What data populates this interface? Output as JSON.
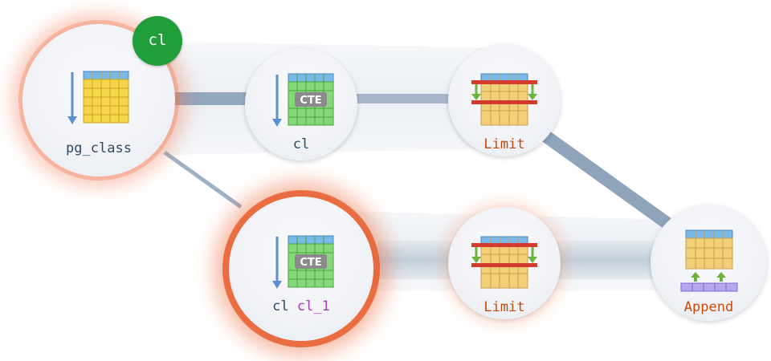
{
  "badge": {
    "label": "cl",
    "color": "#1f9e3a"
  },
  "nodes": [
    {
      "id": "pg_class",
      "label": "pg_class",
      "icon": "seq-scan-table-icon"
    },
    {
      "id": "cl_cte",
      "label": "cl",
      "icon": "cte-scan-icon"
    },
    {
      "id": "limit_top",
      "label": "Limit",
      "icon": "limit-icon"
    },
    {
      "id": "cl_1_cte",
      "label": "cl",
      "label_alias": "cl_1",
      "icon": "cte-scan-icon"
    },
    {
      "id": "limit_bottom",
      "label": "Limit",
      "icon": "limit-icon"
    },
    {
      "id": "append",
      "label": "Append",
      "icon": "append-icon"
    }
  ],
  "edges": [
    {
      "from": "pg_class",
      "to": "cl_cte"
    },
    {
      "from": "cl_cte",
      "to": "limit_top"
    },
    {
      "from": "limit_top",
      "to": "append"
    },
    {
      "from": "pg_class",
      "to": "cl_1_cte"
    },
    {
      "from": "cl_1_cte",
      "to": "limit_bottom"
    },
    {
      "from": "limit_bottom",
      "to": "append"
    }
  ],
  "colors": {
    "hot_glow": "#e8521e",
    "edge": "#8ea4bd",
    "label_dark": "#2e4a66",
    "label_orange": "#c84a0a",
    "label_purple": "#a43bb8"
  }
}
